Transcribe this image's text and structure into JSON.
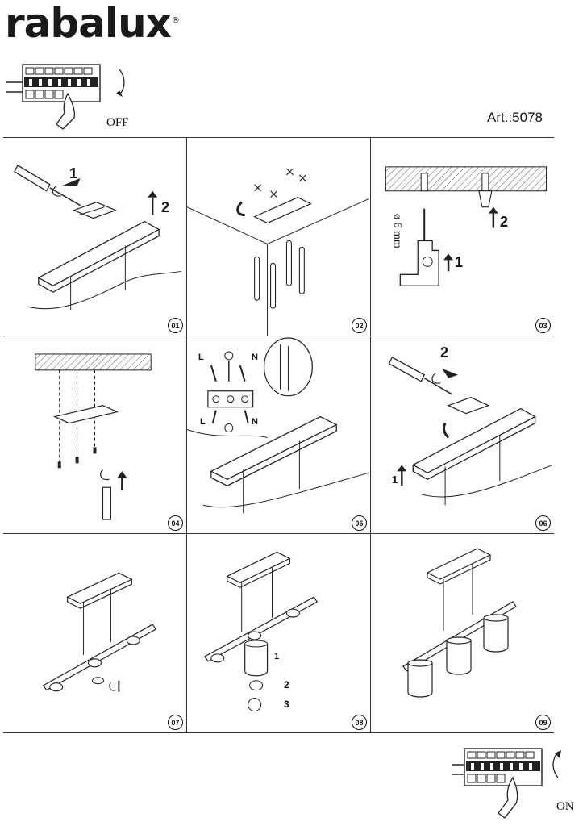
{
  "header": {
    "brand": "rabalux",
    "brand_mark": "®",
    "article": "Art.:5078",
    "off_label": "OFF",
    "on_label": "ON"
  },
  "steps": [
    {
      "number": "01",
      "labels": [
        "1",
        "2"
      ]
    },
    {
      "number": "02",
      "labels": []
    },
    {
      "number": "03",
      "labels": [
        "1",
        "2"
      ],
      "drill": "ø 6 mm"
    },
    {
      "number": "04",
      "labels": []
    },
    {
      "number": "05",
      "labels": [
        "L",
        "N",
        "L",
        "N"
      ]
    },
    {
      "number": "06",
      "labels": [
        "2",
        "1"
      ]
    },
    {
      "number": "07",
      "labels": []
    },
    {
      "number": "08",
      "labels": [
        "1",
        "2",
        "3"
      ]
    },
    {
      "number": "09",
      "labels": []
    }
  ],
  "colors": {
    "line": "#222222",
    "hatch": "#555555",
    "background": "#ffffff"
  }
}
